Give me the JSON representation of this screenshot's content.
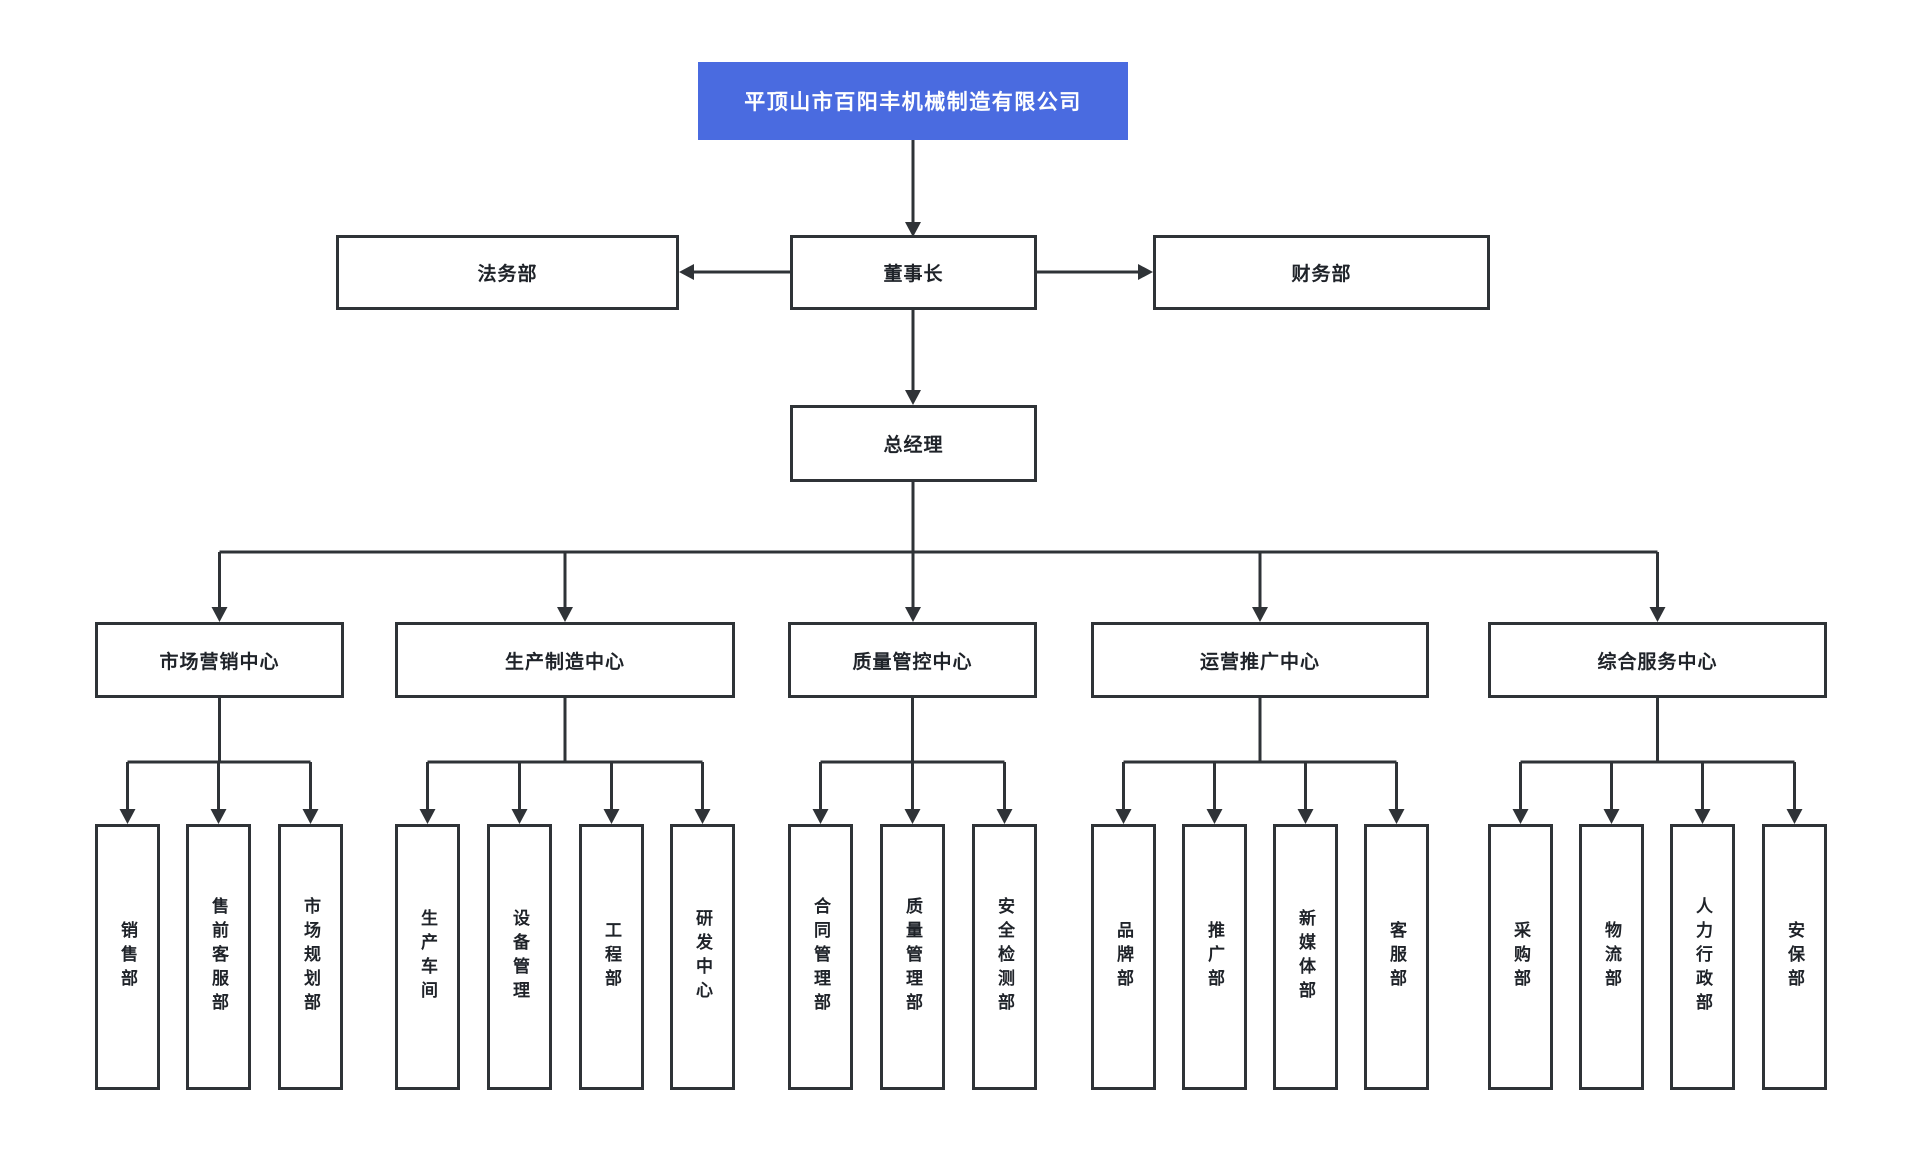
{
  "org_chart": {
    "company": {
      "name": "平顶山市百阳丰机械制造有限公司"
    },
    "colors": {
      "root_background": "#4a6be0",
      "root_text": "#ffffff",
      "line": "#2f3337",
      "box_border": "#2f3337",
      "box_background": "#ffffff",
      "box_text": "#1f2329"
    },
    "level2": {
      "legal": "法务部",
      "chairman": "董事长",
      "finance": "财务部"
    },
    "level3": {
      "general_manager": "总经理"
    },
    "centers": [
      {
        "label": "市场营销中心",
        "departments": [
          "销售部",
          "售前客服部",
          "市场规划部"
        ]
      },
      {
        "label": "生产制造中心",
        "departments": [
          "生产车间",
          "设备管理",
          "工程部",
          "研发中心"
        ]
      },
      {
        "label": "质量管控中心",
        "departments": [
          "合同管理部",
          "质量管理部",
          "安全检测部"
        ]
      },
      {
        "label": "运营推广中心",
        "departments": [
          "品牌部",
          "推广部",
          "新媒体部",
          "客服部"
        ]
      },
      {
        "label": "综合服务中心",
        "departments": [
          "采购部",
          "物流部",
          "人力行政部",
          "安保部"
        ]
      }
    ]
  }
}
